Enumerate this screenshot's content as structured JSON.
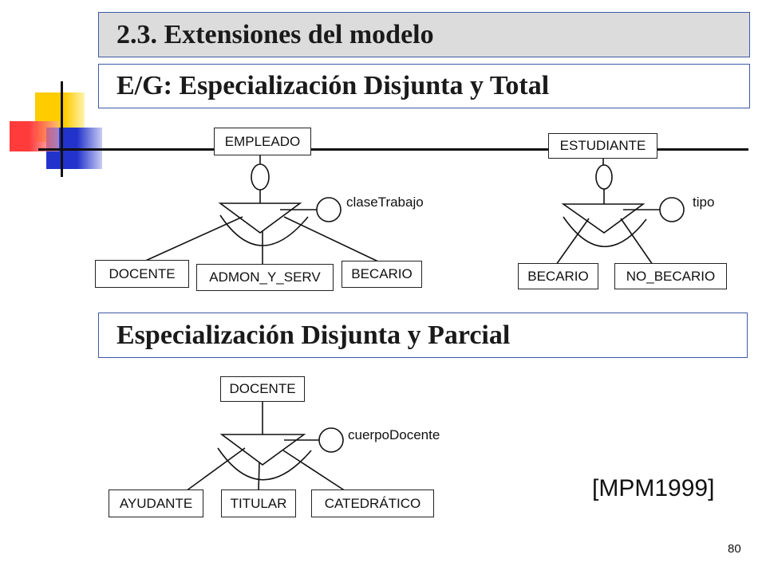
{
  "slide": {
    "title": "2.3. Extensiones del modelo",
    "subtitle_total": "E/G: Especialización Disjunta y Total",
    "subtitle_partial": "Especialización Disjunta y Parcial",
    "reference": "[MPM1999]",
    "page_number": "80"
  },
  "diagram_total_1": {
    "superclass": "EMPLEADO",
    "discriminator": "claseTrabajo",
    "subclasses": [
      "DOCENTE",
      "ADMON_Y_SERV",
      "BECARIO"
    ]
  },
  "diagram_total_2": {
    "superclass": "ESTUDIANTE",
    "discriminator": "tipo",
    "subclasses": [
      "BECARIO",
      "NO_BECARIO"
    ]
  },
  "diagram_partial": {
    "superclass": "DOCENTE",
    "discriminator": "cuerpoDocente",
    "subclasses": [
      "AYUDANTE",
      "TITULAR",
      "CATEDRÁTICO"
    ]
  },
  "colors": {
    "title_fill": "#dcdcdc",
    "title_border": "#3c5aa6",
    "deco_yellow": "#ffcc00",
    "deco_red": "#ff3b3b",
    "deco_blue": "#2233cc"
  }
}
